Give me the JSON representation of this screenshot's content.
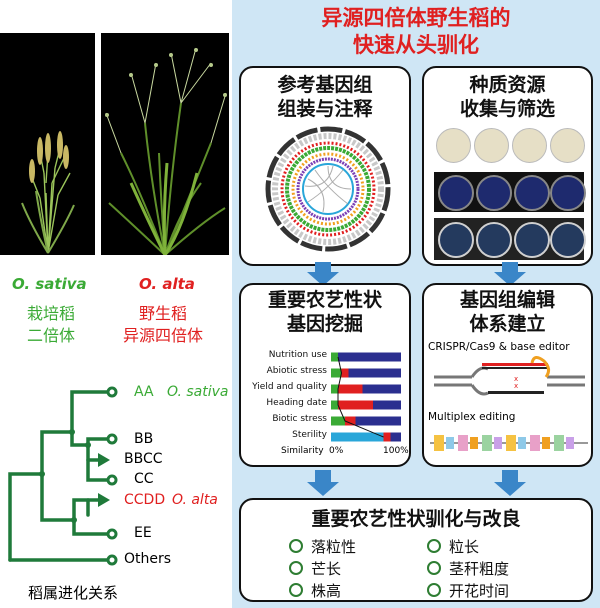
{
  "title": {
    "line1": "异源四倍体野生稻的",
    "line2": "快速从头驯化"
  },
  "left": {
    "sativa": {
      "latin": "O. sativa",
      "name": "栽培稻",
      "ploidy": "二倍体"
    },
    "alta": {
      "latin": "O. alta",
      "name": "野生稻",
      "ploidy": "异源四倍体"
    },
    "tree": {
      "leaves": [
        "AA",
        "BB",
        "BBCC",
        "CC",
        "CCDD",
        "EE",
        "Others"
      ],
      "aa_species": "O. sativa",
      "ccdd_species": "O. alta",
      "caption": "稻属进化关系"
    },
    "colors": {
      "green": "#3aaa35",
      "red": "#e02020",
      "tree": "#1f7a3a"
    }
  },
  "boxes": {
    "genome": {
      "line1": "参考基因组",
      "line2": "组装与注释"
    },
    "germplasm": {
      "line1": "种质资源",
      "line2": "收集与筛选"
    },
    "mining": {
      "line1": "重要农艺性状",
      "line2": "基因挖掘",
      "chart_data": {
        "type": "bar",
        "categories": [
          "Nutrition use",
          "Abiotic stress",
          "Yield and quality",
          "Heading date",
          "Biotic stress",
          "Sterility"
        ],
        "x_label": "Similarity",
        "x_ticks": [
          "0%",
          "100%"
        ],
        "segments": [
          [
            {
              "color": "#3aaa35",
              "v": 0.1
            },
            {
              "color": "#2b2f8f",
              "v": 0.9
            }
          ],
          [
            {
              "color": "#3aaa35",
              "v": 0.15
            },
            {
              "color": "#e02020",
              "v": 0.1
            },
            {
              "color": "#2b2f8f",
              "v": 0.75
            }
          ],
          [
            {
              "color": "#3aaa35",
              "v": 0.1
            },
            {
              "color": "#e02020",
              "v": 0.35
            },
            {
              "color": "#2b2f8f",
              "v": 0.55
            }
          ],
          [
            {
              "color": "#3aaa35",
              "v": 0.1
            },
            {
              "color": "#e02020",
              "v": 0.5
            },
            {
              "color": "#2b2f8f",
              "v": 0.4
            }
          ],
          [
            {
              "color": "#3aaa35",
              "v": 0.2
            },
            {
              "color": "#e02020",
              "v": 0.15
            },
            {
              "color": "#2b2f8f",
              "v": 0.65
            }
          ],
          [
            {
              "color": "#29a6d9",
              "v": 0.75
            },
            {
              "color": "#e02020",
              "v": 0.1
            },
            {
              "color": "#2b2f8f",
              "v": 0.15
            }
          ]
        ]
      }
    },
    "editing": {
      "line1": "基因组编辑",
      "line2": "体系建立",
      "crispr": "CRISPR/Cas9 & base editor",
      "multiplex": "Multiplex editing"
    },
    "domestication": {
      "title": "重要农艺性状驯化与改良",
      "traits": [
        "落粒性",
        "粒长",
        "芒长",
        "茎秆粗度",
        "株高",
        "开花时间"
      ]
    }
  }
}
